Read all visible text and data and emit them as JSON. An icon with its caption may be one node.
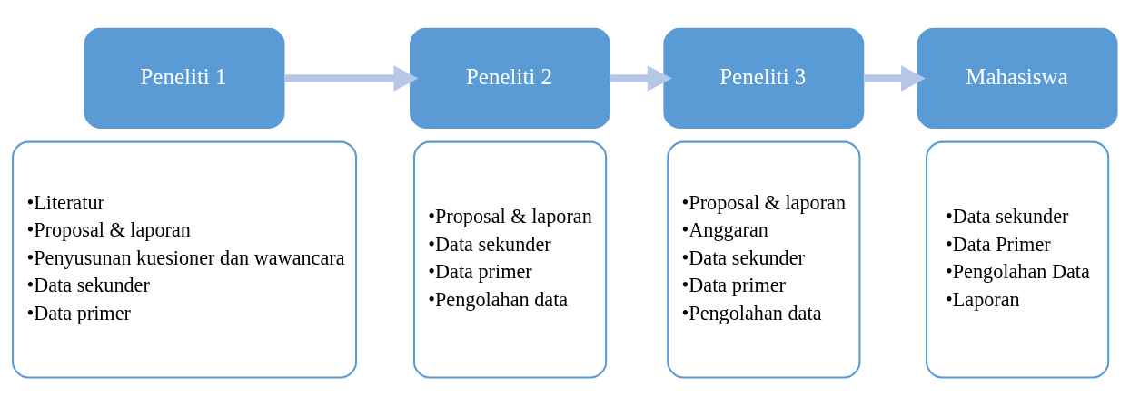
{
  "diagram": {
    "nodes": [
      {
        "text": [
          "Peneliti 1"
        ]
      },
      {
        "text": [
          "•Literatur",
          "•Proposal & laporan",
          "•Penyusunan kuesioner dan wawancara",
          "•Data sekunder",
          "•Data primer"
        ]
      },
      {
        "text": [
          "Peneliti 2"
        ]
      },
      {
        "text": [
          "•Proposal & laporan",
          "•Data sekunder",
          "•Data primer",
          "•Pengolahan data"
        ]
      },
      {
        "text": [
          "Peneliti 3"
        ]
      },
      {
        "text": [
          "•Proposal & laporan",
          "•Anggaran",
          "•Data sekunder",
          "•Data primer",
          "•Pengolahan data"
        ]
      },
      {
        "text": [
          "Mahasiswa"
        ]
      },
      {
        "text": [
          "•Data sekunder",
          "•Data Primer",
          "•Pengolahan Data",
          "•Laporan"
        ]
      }
    ],
    "edges": [
      {
        "from": 0,
        "to": 2,
        "arrow": "to"
      },
      {
        "from": 2,
        "to": 4,
        "arrow": "to"
      },
      {
        "from": 4,
        "to": 6,
        "arrow": "to"
      }
    ]
  }
}
